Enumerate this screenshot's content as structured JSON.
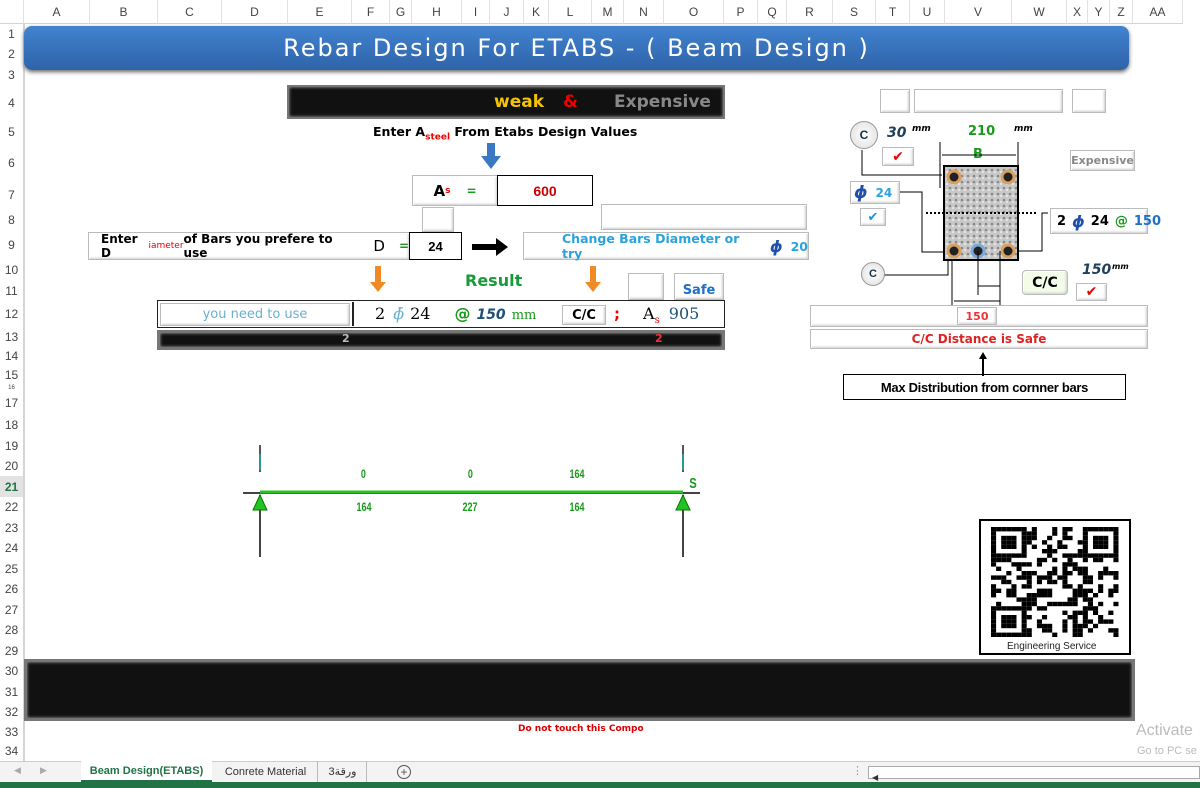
{
  "sheet": {
    "columns": [
      "A",
      "B",
      "C",
      "D",
      "E",
      "F",
      "G",
      "H",
      "I",
      "J",
      "K",
      "L",
      "M",
      "N",
      "O",
      "P",
      "Q",
      "R",
      "S",
      "T",
      "U",
      "V",
      "W",
      "X",
      "Y",
      "Z",
      "AA"
    ],
    "rows": [
      "1",
      "2",
      "3",
      "4",
      "5",
      "6",
      "7",
      "8",
      "9",
      "10",
      "11",
      "12",
      "13",
      "14",
      "15",
      "16",
      "17",
      "18",
      "19",
      "20",
      "21",
      "22",
      "23",
      "24",
      "25",
      "26",
      "27",
      "28",
      "29",
      "30",
      "31",
      "32",
      "33",
      "34"
    ],
    "selected_row": "21"
  },
  "banner": {
    "title": "Rebar Design For ETABS  - ( Beam Design )",
    "color": "#3a78c3"
  },
  "status_bar": {
    "weak": "weak",
    "amp": "&",
    "expensive": "Expensive"
  },
  "input": {
    "asteel_label_pre": "Enter A",
    "asteel_label_sub": "steel",
    "asteel_label_post": " From Etabs Design Values",
    "as_label": "A",
    "as_sub": "s",
    "eq": "=",
    "as_value": "600",
    "dia_label_pre": "Enter D",
    "dia_label_sub": "iameter",
    "dia_label_post": " of Bars you prefere to use",
    "d_label": "D",
    "d_eq": "=",
    "d_value": "24",
    "change_label": "Change Bars Diameter or try",
    "change_phi": "ϕ",
    "change_value": "20"
  },
  "result": {
    "title": "Result",
    "safe": "Safe",
    "need_label": "you need to use",
    "count": "2",
    "phi": "ϕ̄",
    "dia": "24",
    "at": "@",
    "spacing": "150",
    "unit": "mm",
    "cc": "C/C",
    "semicolon": ";",
    "as_label": "A",
    "as_sub": "s",
    "as_value": "905",
    "bar_left": "2",
    "bar_right": "2"
  },
  "section": {
    "c_label": "C",
    "cover": "30",
    "mm": "mm",
    "width": "210",
    "b_label": "B",
    "expensive": "Expensive",
    "phi": "ϕ",
    "phi_value": "24",
    "right_count": "2",
    "right_phi": "ϕ",
    "right_dia": "24",
    "right_at": "@",
    "right_spacing": "150",
    "cc_btn": "C/C",
    "cc_value": "150",
    "cc_mm": "mm",
    "max_dist_value": "150",
    "cc_status": "C/C Distance is Safe",
    "note": "Max Distribution from cornner bars"
  },
  "beam": {
    "top": [
      "0",
      "0",
      "164"
    ],
    "bottom": [
      "164",
      "227",
      "164"
    ],
    "end_label": "S",
    "color": "#1a9a1a"
  },
  "qr": {
    "caption": "Engineering Service"
  },
  "footer": {
    "warning": "Do not touch this Compo"
  },
  "tabs": [
    {
      "label": "Beam Design(ETABS)",
      "active": true
    },
    {
      "label": "Conrete Material"
    },
    {
      "label": "ورقة3"
    }
  ],
  "watermark": {
    "line1": "Activate",
    "line2": "Go to PC se"
  }
}
